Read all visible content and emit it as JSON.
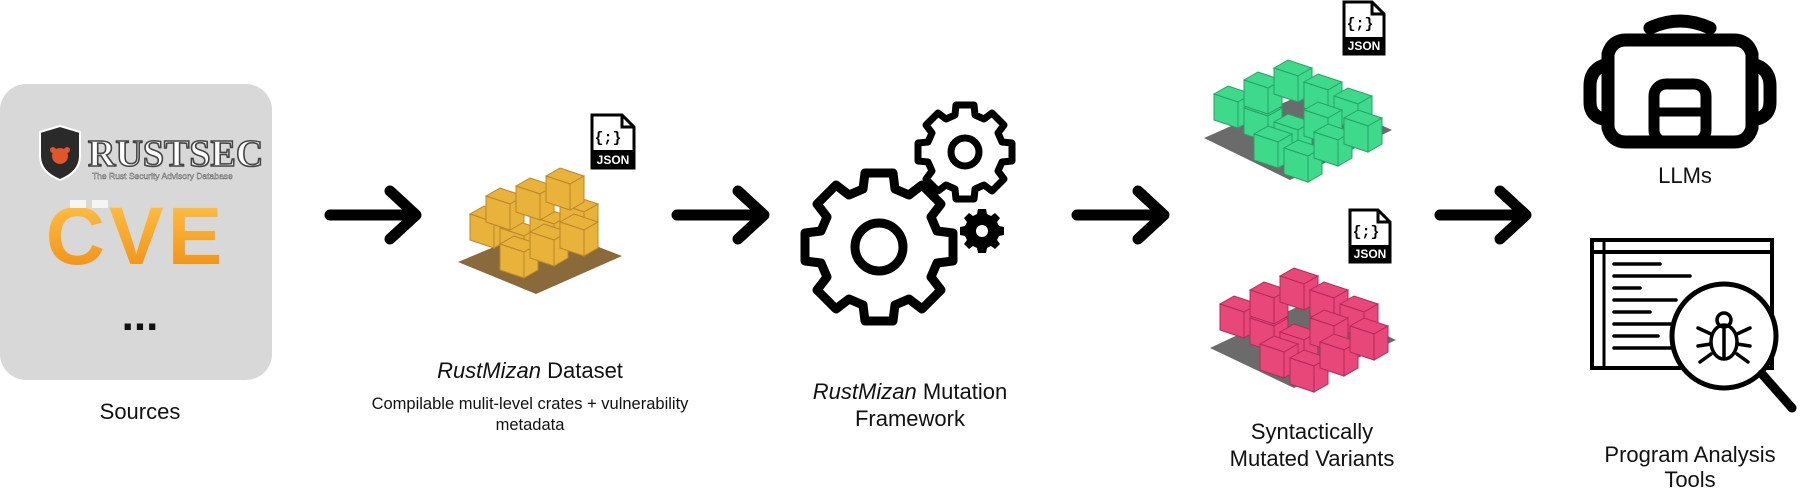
{
  "sources": {
    "caption": "Sources",
    "rustsec_title": "RUSTSEC",
    "rustsec_tagline": "The Rust Security Advisory Database",
    "cve_label": "CVE",
    "more_label": "..."
  },
  "dataset": {
    "caption_italic": "RustMizan",
    "caption_rest": " Dataset",
    "subcaption": "Compilable mulit-level crates + vulnerability metadata",
    "json_label": "JSON",
    "json_glyph": "{;}"
  },
  "framework": {
    "caption_italic": "RustMizan",
    "caption_rest": " Mutation",
    "caption_line2": "Framework"
  },
  "variants": {
    "caption_line1": "Syntactically",
    "caption_line2": "Mutated Variants",
    "json_label": "JSON",
    "json_glyph": "{;}"
  },
  "consumers": {
    "llm_caption": "LLMs",
    "tools_caption_line1": "Program Analysis",
    "tools_caption_line2": "Tools"
  },
  "colors": {
    "sources_panel": "#d8d8d8",
    "cve_orange": "#f7a21b",
    "crate_yellow": "#e9b23a",
    "crate_green": "#3fd98c",
    "crate_pink": "#e8477a",
    "arrow": "#000000"
  }
}
